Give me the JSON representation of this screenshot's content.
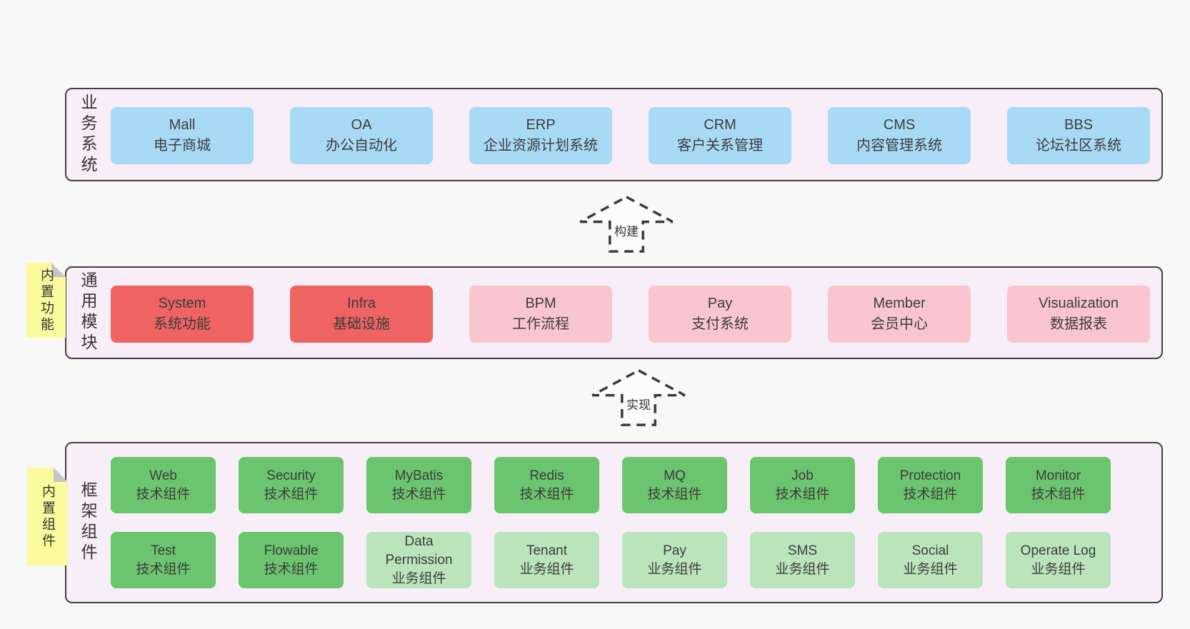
{
  "colors": {
    "page_bg": "#f8f8f8",
    "panel_bg": "#f8eef7",
    "panel_border": "#404040",
    "box_blue": "#a8daf5",
    "box_red": "#ef6363",
    "box_pink": "#f9c5ce",
    "box_green": "#6bc46e",
    "box_light_green": "#bae4bc",
    "sticky_yellow": "#fbfa9d",
    "sticky_fold_gray": "#c6c6c6",
    "text": "#3d3d3d"
  },
  "arrows": {
    "build": "构建",
    "implement": "实现"
  },
  "sections": {
    "business": {
      "label": "业务系统",
      "items": [
        {
          "title": "Mall",
          "subtitle": "电子商城"
        },
        {
          "title": "OA",
          "subtitle": "办公自动化"
        },
        {
          "title": "ERP",
          "subtitle": "企业资源计划系统"
        },
        {
          "title": "CRM",
          "subtitle": "客户关系管理"
        },
        {
          "title": "CMS",
          "subtitle": "内容管理系统"
        },
        {
          "title": "BBS",
          "subtitle": "论坛社区系统"
        }
      ]
    },
    "modules": {
      "label": "通用模块",
      "sticky": "内置功能",
      "items": [
        {
          "title": "System",
          "subtitle": "系统功能",
          "variant": "red"
        },
        {
          "title": "Infra",
          "subtitle": "基础设施",
          "variant": "red"
        },
        {
          "title": "BPM",
          "subtitle": "工作流程",
          "variant": "pink"
        },
        {
          "title": "Pay",
          "subtitle": "支付系统",
          "variant": "pink"
        },
        {
          "title": "Member",
          "subtitle": "会员中心",
          "variant": "pink"
        },
        {
          "title": "Visualization",
          "subtitle": "数据报表",
          "variant": "pink"
        }
      ]
    },
    "components": {
      "label": "框架组件",
      "sticky": "内置组件",
      "row1": [
        {
          "title": "Web",
          "subtitle": "技术组件",
          "variant": "green"
        },
        {
          "title": "Security",
          "subtitle": "技术组件",
          "variant": "green"
        },
        {
          "title": "MyBatis",
          "subtitle": "技术组件",
          "variant": "green"
        },
        {
          "title": "Redis",
          "subtitle": "技术组件",
          "variant": "green"
        },
        {
          "title": "MQ",
          "subtitle": "技术组件",
          "variant": "green"
        },
        {
          "title": "Job",
          "subtitle": "技术组件",
          "variant": "green"
        },
        {
          "title": "Protection",
          "subtitle": "技术组件",
          "variant": "green"
        },
        {
          "title": "Monitor",
          "subtitle": "技术组件",
          "variant": "green"
        }
      ],
      "row2": [
        {
          "title": "Test",
          "subtitle": "技术组件",
          "variant": "green"
        },
        {
          "title": "Flowable",
          "subtitle": "技术组件",
          "variant": "green"
        },
        {
          "title": "Data Permission",
          "subtitle": "业务组件",
          "variant": "light-green"
        },
        {
          "title": "Tenant",
          "subtitle": "业务组件",
          "variant": "light-green"
        },
        {
          "title": "Pay",
          "subtitle": "业务组件",
          "variant": "light-green"
        },
        {
          "title": "SMS",
          "subtitle": "业务组件",
          "variant": "light-green"
        },
        {
          "title": "Social",
          "subtitle": "业务组件",
          "variant": "light-green"
        },
        {
          "title": "Operate Log",
          "subtitle": "业务组件",
          "variant": "light-green"
        }
      ]
    }
  }
}
